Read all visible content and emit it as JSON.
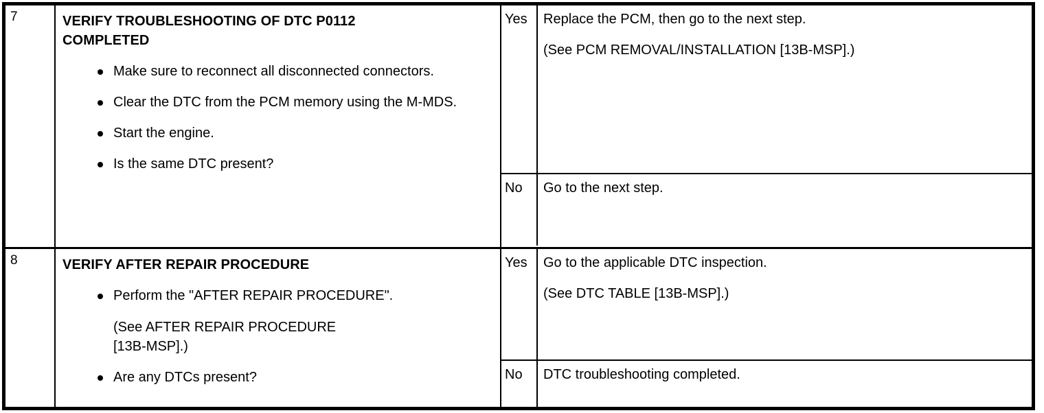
{
  "document": {
    "type": "dtc-troubleshooting-table",
    "answer_labels": {
      "yes": "Yes",
      "no": "No"
    }
  },
  "steps": [
    {
      "number": "7",
      "title": "VERIFY TROUBLESHOOTING OF DTC P0112\nCOMPLETED",
      "bullets": [
        "Make sure to reconnect all disconnected connectors.",
        "Clear the DTC from the PCM memory using the M-MDS.",
        "Start the engine.",
        "Is the same DTC present?"
      ],
      "yes": {
        "label": "Yes",
        "line1": "Replace the PCM, then go to the next step.",
        "line2": "(See PCM REMOVAL/INSTALLATION [13B-MSP].)"
      },
      "no": {
        "label": "No",
        "line1": "Go to the next step.",
        "line2": ""
      }
    },
    {
      "number": "8",
      "title": "VERIFY AFTER REPAIR PROCEDURE",
      "bullets": [
        "Perform the \"AFTER REPAIR PROCEDURE\".",
        "Are any DTCs present?"
      ],
      "note": "(See AFTER REPAIR PROCEDURE\n[13B-MSP].)",
      "yes": {
        "label": "Yes",
        "line1": "Go to the applicable DTC inspection.",
        "line2": "(See DTC TABLE [13B-MSP].)"
      },
      "no": {
        "label": "No",
        "line1": "DTC troubleshooting completed.",
        "line2": ""
      }
    }
  ]
}
